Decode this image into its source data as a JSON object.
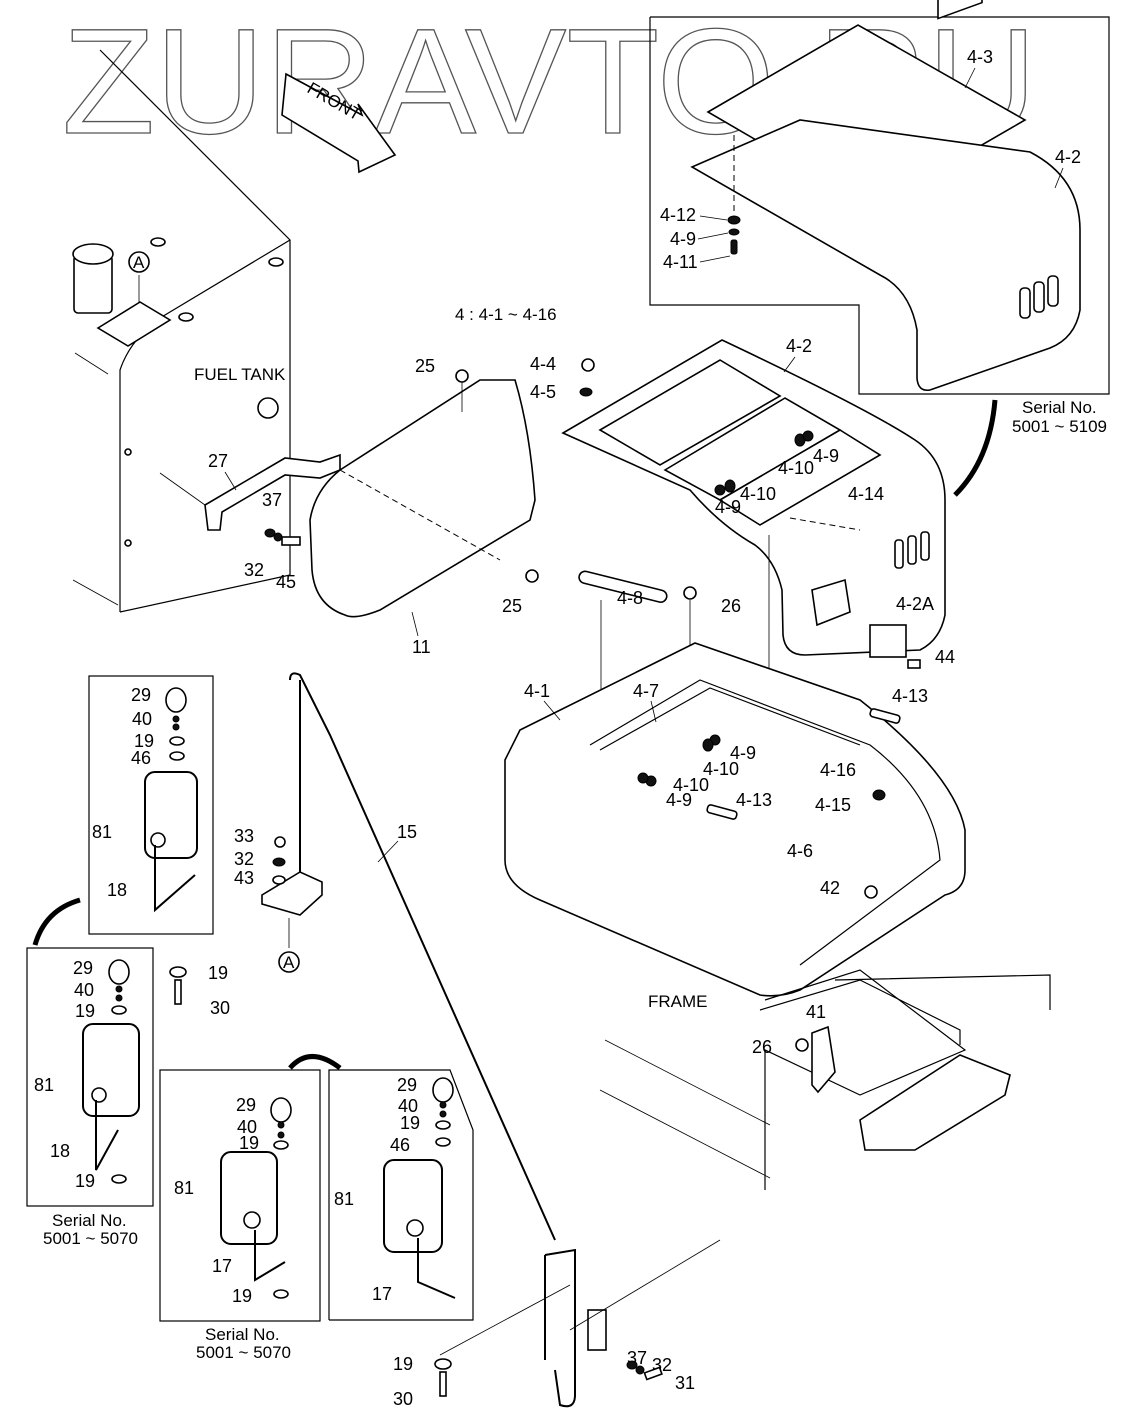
{
  "watermark": "ZURAVTO.RU",
  "direction_arrow": "FRONT",
  "group_note": "4 : 4-1 ~ 4-16",
  "area_labels": {
    "fuel_tank": "FUEL TANK",
    "frame": "FRAME"
  },
  "reference_marker": "A",
  "inset_top_right": {
    "serial_caption_line1": "Serial No.",
    "serial_caption_line2": "5001 ~ 5109",
    "callouts": [
      "4-3",
      "4-2",
      "4-12",
      "4-9",
      "4-11"
    ]
  },
  "inset_mirror_left": {
    "callouts": [
      "29",
      "40",
      "19",
      "46",
      "81",
      "18"
    ]
  },
  "inset_mirror_lower_left": {
    "serial_caption_line1": "Serial No.",
    "serial_caption_line2": "5001 ~ 5070",
    "callouts": [
      "29",
      "40",
      "19",
      "81",
      "18",
      "19"
    ]
  },
  "inset_mirror_bottom_middle": {
    "serial_caption_line1": "Serial No.",
    "serial_caption_line2": "5001 ~ 5070",
    "callouts": [
      "29",
      "40",
      "19",
      "81",
      "17",
      "19"
    ]
  },
  "inset_mirror_bottom_right": {
    "callouts": [
      "29",
      "40",
      "19",
      "46",
      "81",
      "17"
    ]
  },
  "main_callouts": {
    "hood_top": "4-2",
    "bolt_4_4": "4-4",
    "washer_4_5": "4-5",
    "washer_4_9_a": "4-9",
    "nut_4_10_a": "4-10",
    "nut_4_10_b": "4-10",
    "washer_4_9_b": "4-9",
    "cable_4_14": "4-14",
    "latch_4_2a": "4-2A",
    "bolt_44": "44",
    "gas_spring": "4-8",
    "bolt_26_top": "26",
    "cover_frame": "4-1",
    "seal_4_7": "4-7",
    "handle_4_13_a": "4-13",
    "washer_4_9_c": "4-9",
    "nut_4_10_c": "4-10",
    "nut_4_10_d": "4-10",
    "washer_4_9_d": "4-9",
    "handle_4_13_b": "4-13",
    "seal_4_16": "4-16",
    "nut_4_15": "4-15",
    "seal_4_6": "4-6",
    "bolt_42": "42",
    "bolt_25_top": "25",
    "bolt_25_bottom": "25",
    "side_cover": "11",
    "bracket_27": "27",
    "washer_37_a": "37",
    "washer_32_a": "32",
    "bolt_45": "45",
    "bolt_33": "33",
    "washer_32_b": "32",
    "washer_43": "43",
    "mirror_stay": "15",
    "washer_19_a": "19",
    "bolt_30_a": "30",
    "latch_41": "41",
    "bolt_26_bottom": "26",
    "washer_37_b": "37",
    "washer_32_c": "32",
    "bolt_31": "31",
    "washer_19_b": "19",
    "bolt_30_b": "30"
  }
}
